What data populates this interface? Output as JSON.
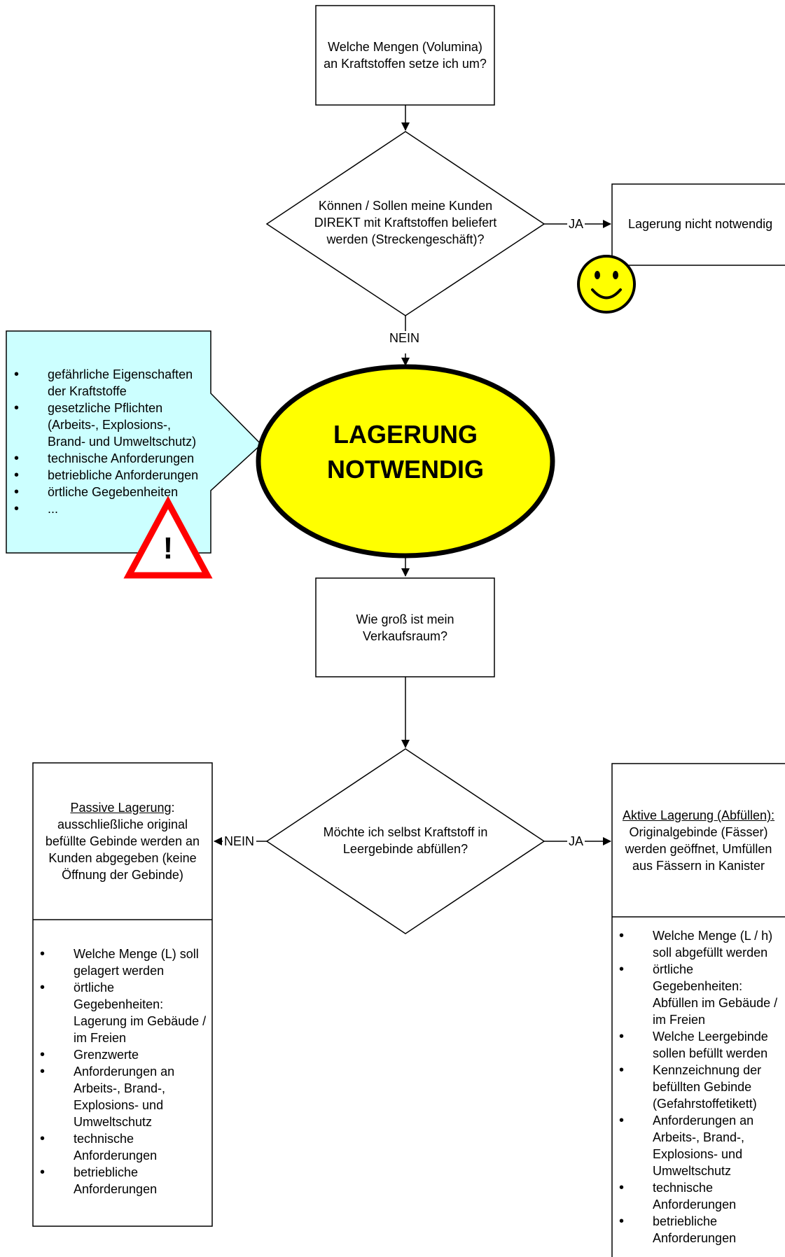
{
  "nodes": {
    "start": "Welche Mengen (Volumina)\nan Kraftstoffen setze ich um?",
    "decision1": "Können / Sollen meine Kunden\nDIREKT mit Kraftstoffen beliefert\nwerden (Streckengeschäft)?",
    "no_storage": "Lagerung nicht notwendig",
    "storage_needed": "LAGERUNG\nNOTWENDIG",
    "sales_room": "Wie groß ist mein\nVerkaufsraum?",
    "decision2": "Möchte ich selbst Kraftstoff in\nLeergebinde abfüllen?",
    "passive_title": "Passive Lagerung",
    "passive_colon": ":",
    "passive_text": "ausschließliche original\nbefüllte Gebinde werden an\nKunden abgegeben (keine\nÖffnung der Gebinde)",
    "active_title": "Aktive Lagerung (Abfüllen):",
    "active_text": "Originalgebinde (Fässer)\nwerden geöffnet, Umfüllen\naus Fässern in Kanister"
  },
  "labels": {
    "yes1": "JA",
    "no1": "NEIN",
    "no2": "NEIN",
    "yes2": "JA"
  },
  "considerations": [
    "gefährliche Eigenschaften\nder Kraftstoffe",
    "gesetzliche Pflichten\n(Arbeits-, Explosions-,\nBrand- und Umweltschutz)",
    "technische Anforderungen",
    "betriebliche Anforderungen",
    "örtliche Gegebenheiten",
    "..."
  ],
  "passive_list": [
    "Welche Menge (L) soll\ngelagert werden",
    "örtliche\nGegebenheiten:\nLagerung im Gebäude /\nim Freien",
    "Grenzwerte",
    "Anforderungen an\nArbeits-, Brand-,\nExplosions- und\nUmweltschutz",
    "technische\nAnforderungen",
    "betriebliche\nAnforderungen"
  ],
  "active_list": [
    "Welche Menge (L / h)\nsoll  abgefüllt werden",
    "örtliche\nGegebenheiten:\nAbfüllen im Gebäude /\nim Freien",
    "Welche Leergebinde\nsollen befüllt werden",
    "Kennzeichnung der\nbefüllten Gebinde\n(Gefahrstoffetikett)",
    "Anforderungen an\nArbeits-, Brand-,\nExplosions- und\nUmweltschutz",
    "technische\nAnforderungen",
    "betriebliche\nAnforderungen"
  ],
  "warning_symbol": "!",
  "colors": {
    "ellipse_fill": "#ffff00",
    "info_box_fill": "#ccffff",
    "warning_red": "#ff0000",
    "smiley_fill": "#ffff00"
  }
}
